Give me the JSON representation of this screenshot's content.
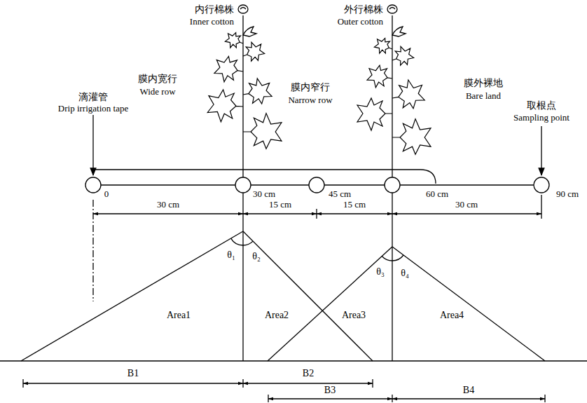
{
  "diagram": {
    "labels": [
      "滴灌管",
      "Drip irrigation tape",
      "内行棉株",
      "Inner cotton",
      "外行棉株",
      "Outer cotton",
      "膜内宽行",
      "Wide row",
      "膜内窄行",
      "Narrow row",
      "膜外裸地",
      "Bare land",
      "取根点",
      "Sampling point",
      "0",
      "30 cm",
      "45 cm",
      "60 cm",
      "90 cm",
      "30 cm",
      "15 cm",
      "15 cm",
      "30 cm",
      "θ₁",
      "θ₂",
      "θ₃",
      "θ₄",
      "Area1",
      "Area2",
      "Area3",
      "Area4",
      "B1",
      "B2",
      "B3",
      "B4"
    ]
  }
}
